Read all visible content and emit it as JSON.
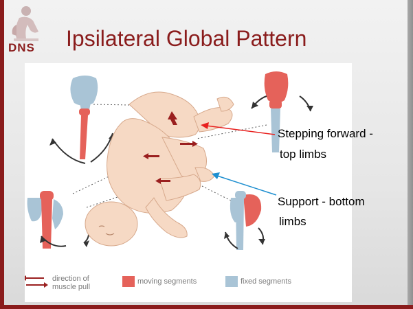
{
  "slide": {
    "title": "Ipsilateral Global Pattern",
    "logo_text": "DNS",
    "accent_color": "#8a1c1c"
  },
  "figure": {
    "legend": {
      "arrow_label_line1": "direction of",
      "arrow_label_line2": "muscle pull",
      "moving_label": "moving segments",
      "fixed_label": "fixed segments",
      "moving_color": "#e5625a",
      "fixed_color": "#a9c4d6"
    }
  },
  "callouts": {
    "top_line1": "Stepping forward -",
    "top_line2": "top limbs",
    "top_arrow_color": "#e8201e",
    "bottom_line1": "Support - bottom",
    "bottom_line2": "limbs",
    "bottom_arrow_color": "#1e8fd0"
  }
}
